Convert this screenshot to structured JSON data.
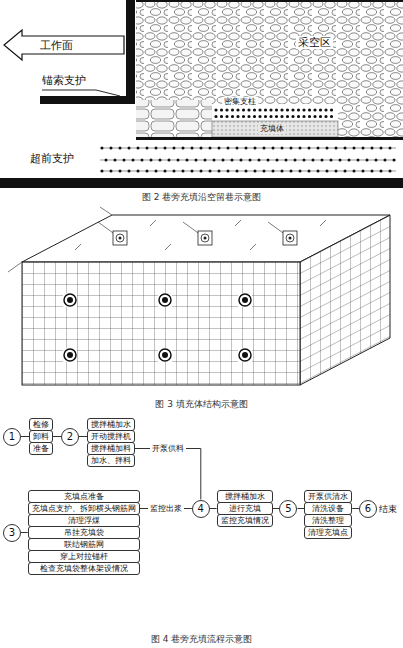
{
  "diagram": {
    "nodes": [
      {
        "text": [
          "1"
        ]
      },
      {
        "text": [
          "检修"
        ]
      },
      {
        "text": [
          "卸料"
        ]
      },
      {
        "text": [
          "准备"
        ]
      },
      {
        "text": [
          "2"
        ]
      },
      {
        "text": [
          "搅拌桶加水"
        ]
      },
      {
        "text": [
          "开动搅拌机"
        ]
      },
      {
        "text": [
          "搅拌桶加料"
        ]
      },
      {
        "text": [
          "加水、拌料"
        ]
      },
      {
        "text": [
          "3"
        ]
      },
      {
        "text": [
          "充填点准备"
        ]
      },
      {
        "text": [
          "充填点支护、拆卸横头钢筋网"
        ]
      },
      {
        "text": [
          "清理浮煤"
        ]
      },
      {
        "text": [
          "吊挂充填袋"
        ]
      },
      {
        "text": [
          "联结钢筋网"
        ]
      },
      {
        "text": [
          "穿上对拉锚杆"
        ]
      },
      {
        "text": [
          "检查充填袋整体架设情况"
        ]
      },
      {
        "text": [
          "4"
        ]
      },
      {
        "text": [
          "搅拌桶加水"
        ]
      },
      {
        "text": [
          "进行充填"
        ]
      },
      {
        "text": [
          "监控充填情况"
        ]
      },
      {
        "text": [
          "5"
        ]
      },
      {
        "text": [
          "开泵供清水"
        ]
      },
      {
        "text": [
          "清洗设备"
        ]
      },
      {
        "text": [
          "清洗整理"
        ]
      },
      {
        "text": [
          "清理充填点"
        ]
      },
      {
        "text": [
          "6",
          "结束"
        ]
      }
    ],
    "edges": [
      {
        "from": 0,
        "to": 2,
        "arrow": "none"
      },
      {
        "from": 2,
        "to": 4,
        "arrow": "none"
      },
      {
        "from": 4,
        "to": 6,
        "arrow": "none"
      },
      {
        "from": 7,
        "to": 17,
        "label": "开泵供料",
        "arrow": "none"
      },
      {
        "from": 9,
        "to": 13,
        "arrow": "none"
      },
      {
        "from": 11,
        "to": 17,
        "label": "监控出浆",
        "arrow": "none"
      },
      {
        "from": 17,
        "to": 19,
        "arrow": "none"
      },
      {
        "from": 19,
        "to": 21,
        "arrow": "none"
      },
      {
        "from": 21,
        "to": 23,
        "arrow": "none"
      },
      {
        "from": 23,
        "to": 26,
        "arrow": "none"
      }
    ],
    "labels": [
      "工作面",
      "采空区",
      "密集支柱",
      "锚索支护",
      "充填体",
      "超前支护",
      "图 2 巷旁充填沿空留巷示意图",
      "图 3 填充体结构示意图",
      "图 4 巷旁充填流程示意图"
    ]
  }
}
